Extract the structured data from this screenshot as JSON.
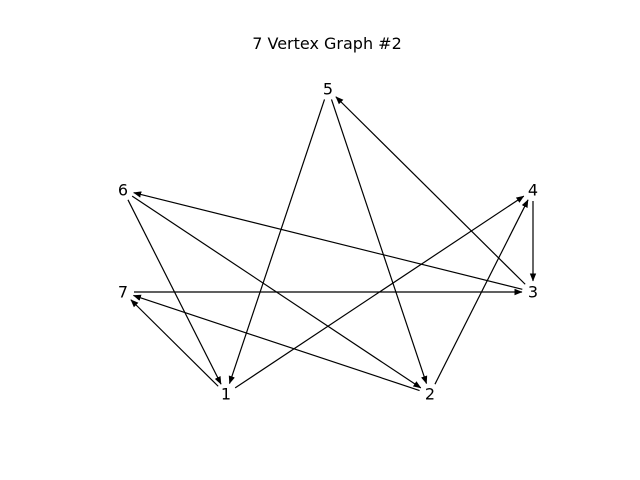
{
  "title": "7 Vertex Graph #2",
  "colors": {
    "background": "#ffffff",
    "edge": "#000000",
    "text": "#000000"
  },
  "graph": {
    "directed": true,
    "nodes": [
      {
        "id": "1",
        "label": "1"
      },
      {
        "id": "2",
        "label": "2"
      },
      {
        "id": "3",
        "label": "3"
      },
      {
        "id": "4",
        "label": "4"
      },
      {
        "id": "5",
        "label": "5"
      },
      {
        "id": "6",
        "label": "6"
      },
      {
        "id": "7",
        "label": "7"
      }
    ],
    "edges": [
      {
        "from": "5",
        "to": "1"
      },
      {
        "from": "5",
        "to": "2"
      },
      {
        "from": "3",
        "to": "5"
      },
      {
        "from": "3",
        "to": "6"
      },
      {
        "from": "6",
        "to": "1"
      },
      {
        "from": "6",
        "to": "2"
      },
      {
        "from": "7",
        "to": "3"
      },
      {
        "from": "4",
        "to": "3"
      },
      {
        "from": "1",
        "to": "4"
      },
      {
        "from": "2",
        "to": "4"
      },
      {
        "from": "1",
        "to": "7"
      },
      {
        "from": "2",
        "to": "7"
      }
    ]
  }
}
